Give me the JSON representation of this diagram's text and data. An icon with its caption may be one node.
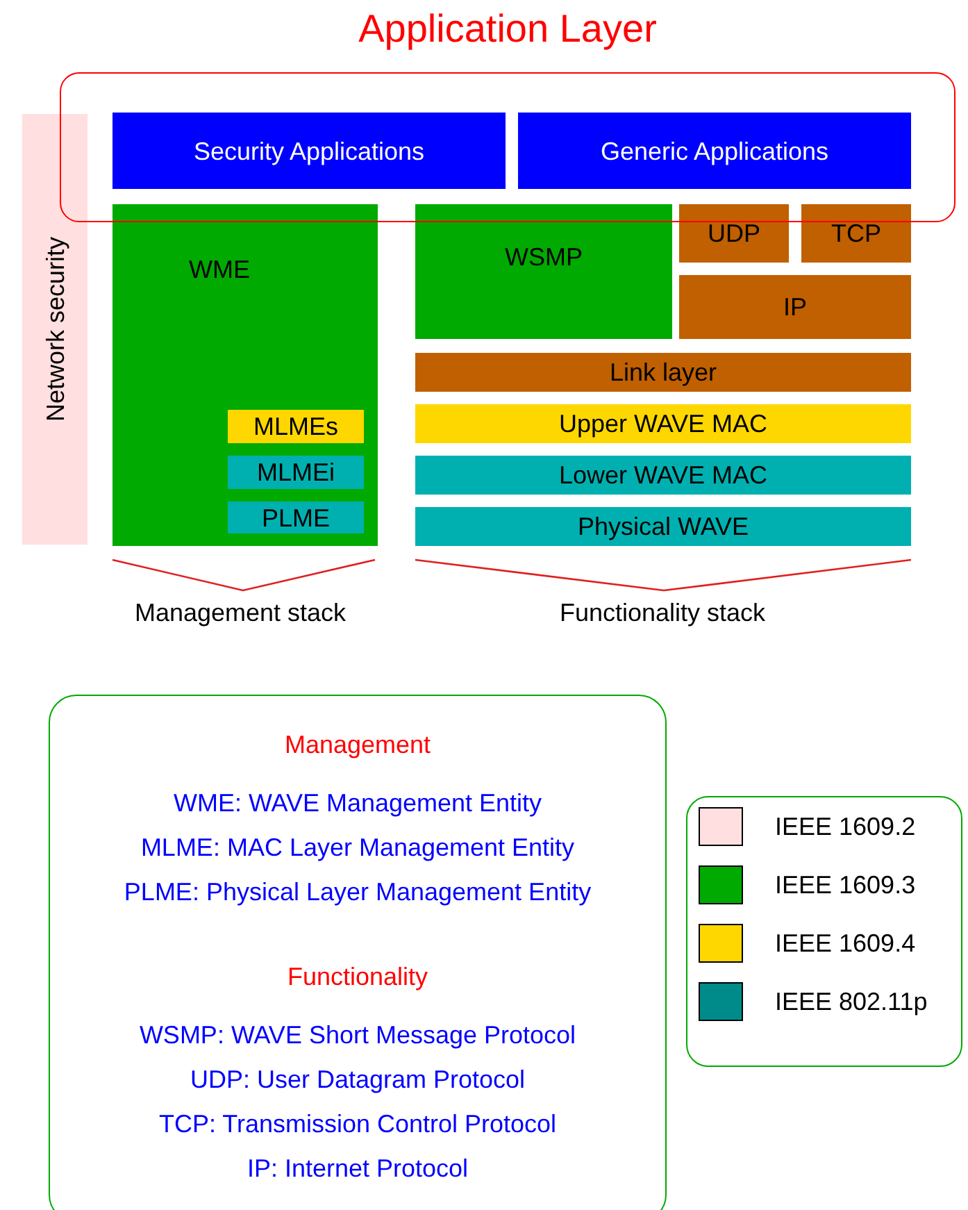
{
  "diagram": {
    "nodes": [
      {
        "text": [
          "Application Layer"
        ]
      },
      {
        "text": [
          "Security Applications"
        ],
        "in": 0
      },
      {
        "text": [
          "Generic Applications"
        ],
        "in": 0
      },
      {
        "text": [
          "Network security"
        ]
      },
      {
        "text": [
          "WME"
        ]
      },
      {
        "text": [
          "MLMEs"
        ],
        "in": 4
      },
      {
        "text": [
          "MLMEi"
        ],
        "in": 4
      },
      {
        "text": [
          "PLME"
        ],
        "in": 4
      },
      {
        "text": [
          "WSMP"
        ]
      },
      {
        "text": [
          "UDP"
        ]
      },
      {
        "text": [
          "TCP"
        ]
      },
      {
        "text": [
          "IP"
        ]
      },
      {
        "text": [
          "Link layer"
        ]
      },
      {
        "text": [
          "Upper WAVE MAC"
        ]
      },
      {
        "text": [
          "Lower WAVE MAC"
        ]
      },
      {
        "text": [
          "Physical WAVE"
        ]
      },
      {
        "text": [
          "Management",
          "WME: WAVE Management Entity",
          "MLME: MAC Layer Management Entity",
          "PLME: Physical Layer Management Entity",
          "Functionality",
          "WSMP: WAVE Short Message Protocol",
          "UDP: User Datagram Protocol",
          "TCP: Transmission Control Protocol",
          "IP: Internet Protocol"
        ]
      }
    ],
    "edges": [],
    "labels": [
      "Management stack",
      "Functionality stack"
    ],
    "legend": [
      {
        "text": "IEEE 1609.2",
        "color": "#ffdfdf"
      },
      {
        "text": "IEEE 1609.3",
        "color": "#00aa00"
      },
      {
        "text": "IEEE 1609.4",
        "color": "#ffd700"
      },
      {
        "text": "IEEE 802.11p",
        "color": "#008b8b"
      }
    ]
  }
}
